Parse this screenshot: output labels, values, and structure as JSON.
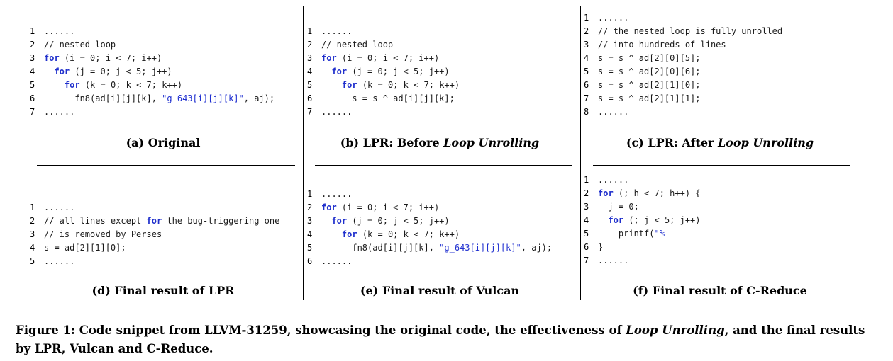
{
  "panels": {
    "a": {
      "caption": "(a) Original",
      "lines": [
        {
          "n": "1",
          "text": "......"
        },
        {
          "n": "2",
          "text": "// nested loop"
        },
        {
          "n": "3",
          "text": "for (i = 0; i < 7; i++)"
        },
        {
          "n": "4",
          "text": "  for (j = 0; j < 5; j++)"
        },
        {
          "n": "5",
          "text": "    for (k = 0; k < 7; k++)"
        },
        {
          "n": "6",
          "text": "      fn8(ad[i][j][k], \"g_643[i][j][k]\", aj);"
        },
        {
          "n": "7",
          "text": "......"
        }
      ]
    },
    "b": {
      "caption_prefix": "(b) LPR: Before ",
      "caption_em": "Loop Unrolling",
      "lines": [
        {
          "n": "1",
          "text": "......"
        },
        {
          "n": "2",
          "text": "// nested loop"
        },
        {
          "n": "3",
          "text": "for (i = 0; i < 7; i++)"
        },
        {
          "n": "4",
          "text": "  for (j = 0; j < 5; j++)"
        },
        {
          "n": "5",
          "text": "    for (k = 0; k < 7; k++)"
        },
        {
          "n": "6",
          "text": "      s = s ^ ad[i][j][k];"
        },
        {
          "n": "7",
          "text": "......"
        }
      ]
    },
    "c": {
      "caption_prefix": "(c) LPR: After ",
      "caption_em": "Loop Unrolling",
      "lines": [
        {
          "n": "1",
          "text": "......"
        },
        {
          "n": "2",
          "text": "// the nested loop is fully unrolled"
        },
        {
          "n": "3",
          "text": "// into hundreds of lines"
        },
        {
          "n": "4",
          "text": "s = s ^ ad[2][0][5];"
        },
        {
          "n": "5",
          "text": "s = s ^ ad[2][0][6];"
        },
        {
          "n": "6",
          "text": "s = s ^ ad[2][1][0];"
        },
        {
          "n": "7",
          "text": "s = s ^ ad[2][1][1];"
        },
        {
          "n": "8",
          "text": "......"
        }
      ]
    },
    "d": {
      "caption": "(d) Final result of LPR",
      "lines": [
        {
          "n": "1",
          "text": "......"
        },
        {
          "n": "2",
          "text": "// all lines except for the bug-triggering one"
        },
        {
          "n": "3",
          "text": "// is removed by Perses"
        },
        {
          "n": "4",
          "text": "s = ad[2][1][0];"
        },
        {
          "n": "5",
          "text": "......"
        }
      ]
    },
    "e": {
      "caption": "(e) Final result of Vulcan",
      "lines": [
        {
          "n": "1",
          "text": "......"
        },
        {
          "n": "2",
          "text": "for (i = 0; i < 7; i++)"
        },
        {
          "n": "3",
          "text": "  for (j = 0; j < 5; j++)"
        },
        {
          "n": "4",
          "text": "    for (k = 0; k < 7; k++)"
        },
        {
          "n": "5",
          "text": "      fn8(ad[i][j][k], \"g_643[i][j][k]\", aj);"
        },
        {
          "n": "6",
          "text": "......"
        }
      ]
    },
    "f": {
      "caption": "(f) Final result of C-Reduce",
      "lines": [
        {
          "n": "1",
          "text": "......"
        },
        {
          "n": "2",
          "text": "for (; h < 7; h++) {"
        },
        {
          "n": "3",
          "text": "  j = 0;"
        },
        {
          "n": "4",
          "text": "  for (; j < 5; j++)"
        },
        {
          "n": "5",
          "text": "    printf(\"%"
        },
        {
          "n": "6",
          "text": "}"
        },
        {
          "n": "7",
          "text": "......"
        }
      ]
    }
  },
  "figure_caption": {
    "label": "Figure 1: Code snippet from LLVM-31259, showcasing the original code, the effectiveness of ",
    "em": "Loop Unrolling",
    "rest": ", and the final results by LPR, Vulcan and C-Reduce."
  }
}
